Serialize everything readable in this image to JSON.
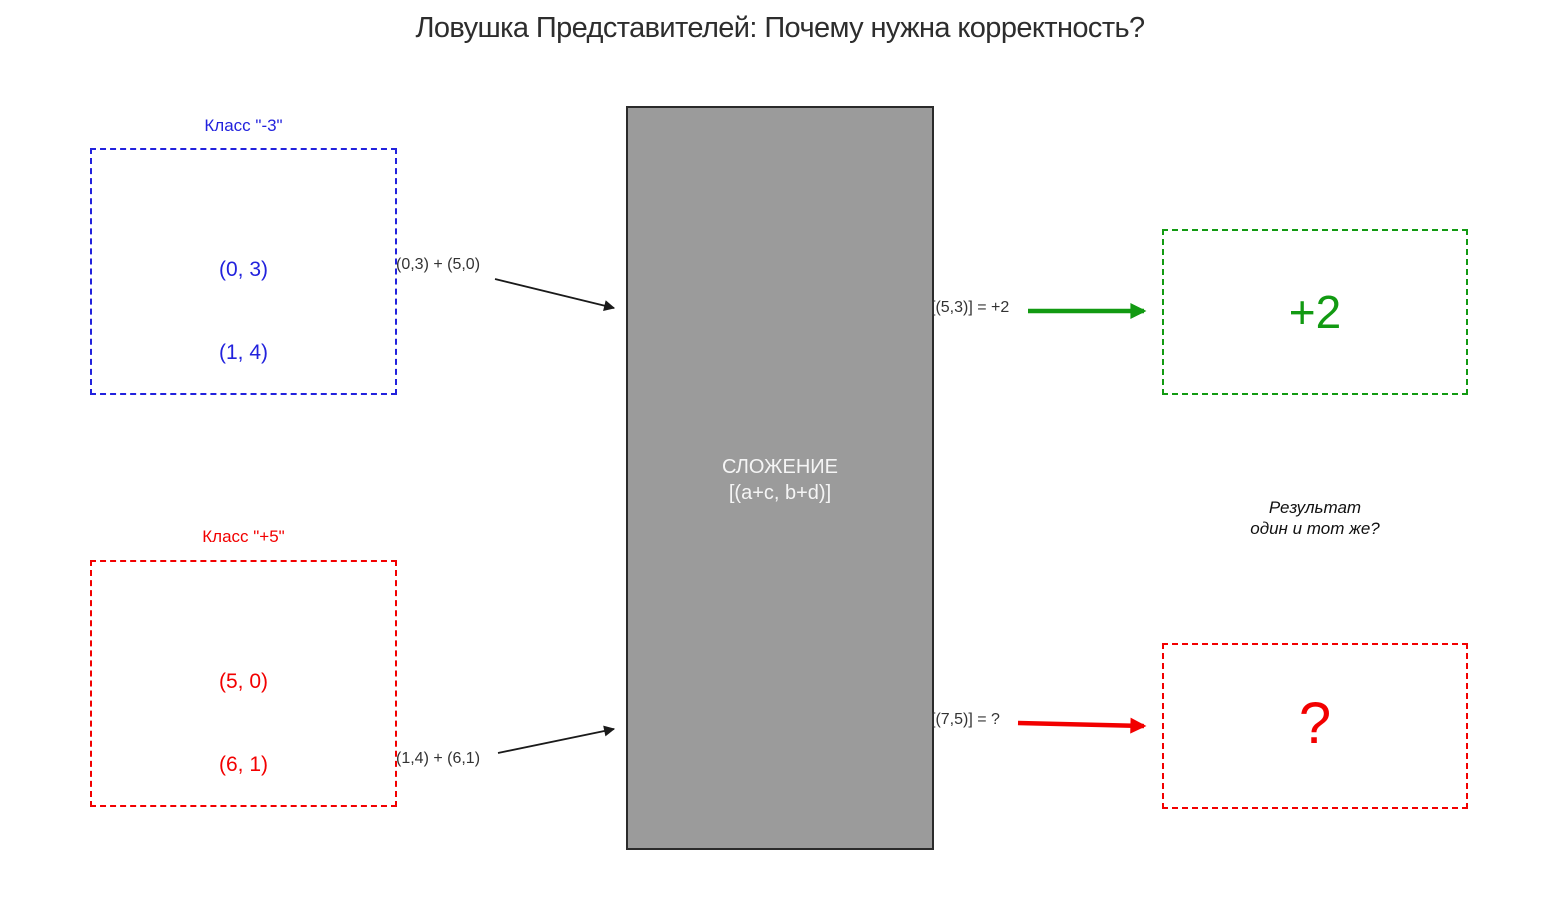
{
  "title": "Ловушка Представителей: Почему нужна корректность?",
  "colors": {
    "blue": "#2222dd",
    "red": "#f20000",
    "green": "#129a12",
    "gray_fill": "#9b9b9b",
    "gray_border": "#2b2b2b",
    "op_text": "#f5f5f5",
    "annotation": "#333333",
    "title_color": "#2d2d2d",
    "question_color": "#111111"
  },
  "class_minus3": {
    "label": "Класс \"-3\"",
    "items": [
      "(0, 3)",
      "(1, 4)"
    ]
  },
  "class_plus5": {
    "label": "Класс \"+5\"",
    "items": [
      "(5, 0)",
      "(6, 1)"
    ]
  },
  "operation_box": {
    "line1": "СЛОЖЕНИЕ",
    "line2": "[(a+c, b+d)]"
  },
  "arrow_labels": {
    "top_input": "(0,3) + (5,0)",
    "bottom_input": "(1,4) + (6,1)",
    "top_output": "[(5,3)] = +2",
    "bottom_output": "[(7,5)] = ?"
  },
  "results": {
    "top_value": "+2",
    "bottom_value": "?",
    "question_line1": "Результат",
    "question_line2": "один и тот же?"
  }
}
